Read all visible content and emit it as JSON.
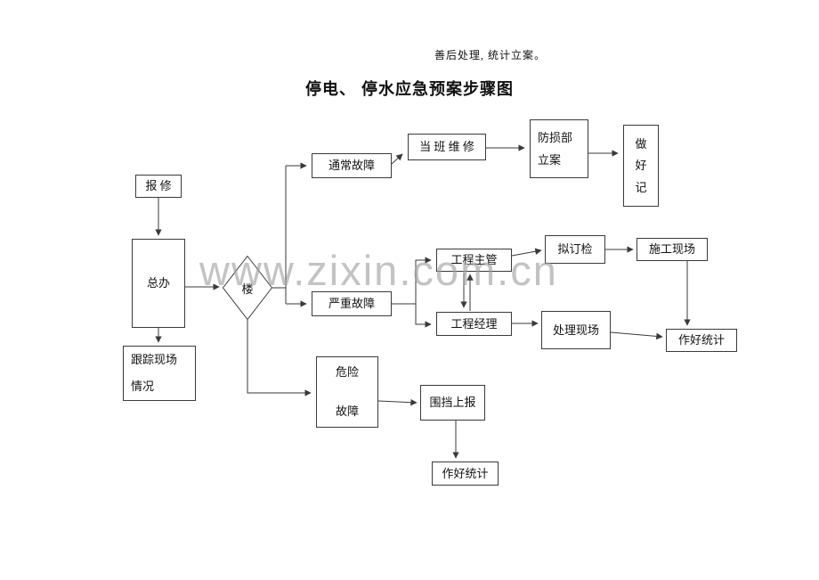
{
  "document": {
    "header_note": "善后处理, 统计立案。",
    "title": "停电、 停水应急预案步骤图",
    "watermark": "www.zixin.com.cn"
  },
  "colors": {
    "line": "#3a3a3a",
    "box_border": "#3a3a3a",
    "watermark": "#9e9e9e"
  },
  "nodes": {
    "report_repair": {
      "label": "报 修"
    },
    "general_office": {
      "label": "总办"
    },
    "track_site": {
      "line1": "跟踪现场",
      "line2": "情况"
    },
    "building_decision": {
      "label": "楼"
    },
    "normal_fault": {
      "label": "通常故障"
    },
    "duty_repair": {
      "label": "当 班 维 修"
    },
    "loss_prevention": {
      "line1": "防损部",
      "line2": "立案"
    },
    "keep_record": {
      "line1": "做",
      "line2": "好",
      "line3": "记"
    },
    "severe_fault": {
      "label": "严重故障"
    },
    "project_supervisor": {
      "label": "工程主管"
    },
    "draft_inspection": {
      "label": "拟订检"
    },
    "construction_site": {
      "label": "施工现场"
    },
    "project_manager": {
      "label": "工程经理"
    },
    "handle_scene": {
      "label": "处理现场"
    },
    "stats_after_construction": {
      "label": "作好统计"
    },
    "danger_fault": {
      "line1": "危险",
      "line2": "故障"
    },
    "fence_report": {
      "label": "围挡上报"
    },
    "stats_after_fence": {
      "label": "作好统计"
    }
  }
}
